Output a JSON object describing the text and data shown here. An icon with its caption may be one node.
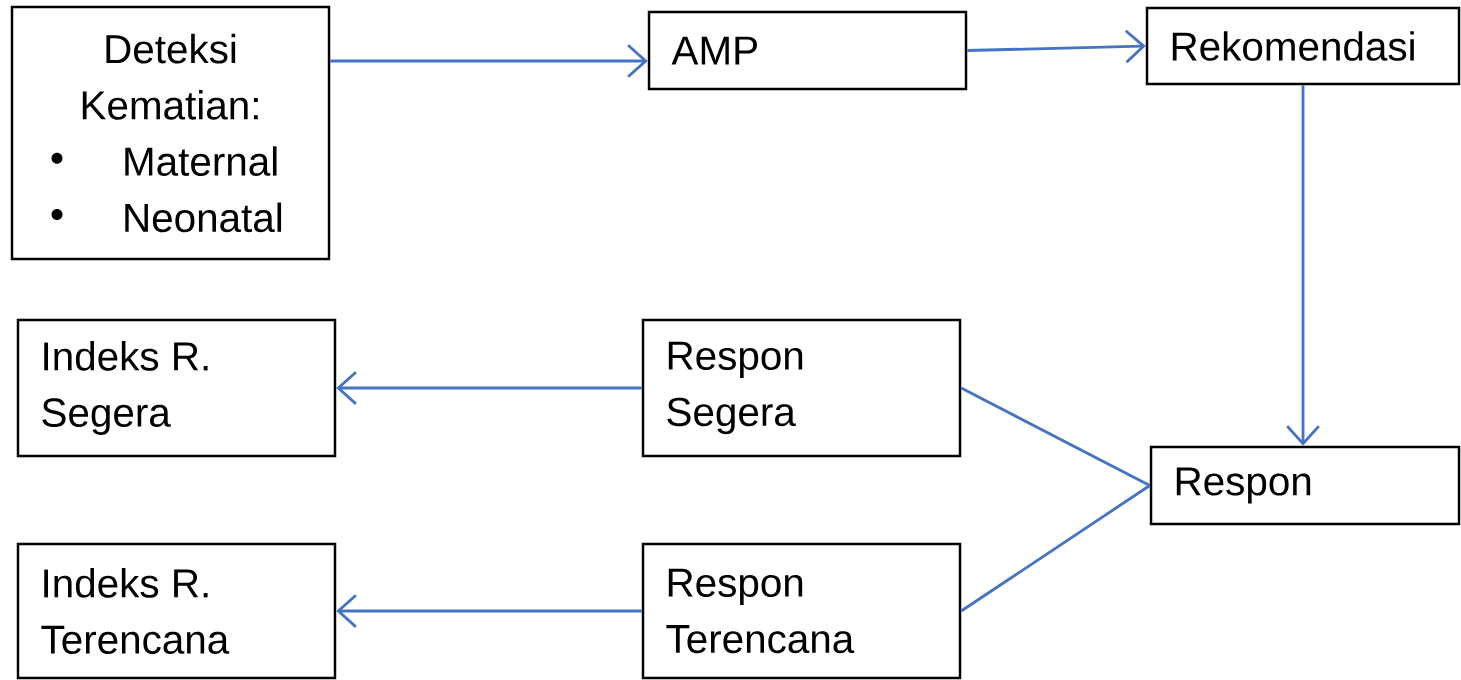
{
  "diagram": {
    "nodes": [
      {
        "text": [
          "Deteksi Kematian:",
          "Maternal",
          "Neonatal"
        ]
      },
      {
        "text": [
          "AMP"
        ]
      },
      {
        "text": [
          "Rekomendasi"
        ]
      },
      {
        "text": [
          "Indeks R. Segera"
        ]
      },
      {
        "text": [
          "Respon Segera"
        ]
      },
      {
        "text": [
          "Respon"
        ]
      },
      {
        "text": [
          "Indeks R. Terencana"
        ]
      },
      {
        "text": [
          "Respon Terencana"
        ]
      }
    ],
    "edges": [
      {
        "from": 0,
        "to": 1,
        "arrow": "to"
      },
      {
        "from": 1,
        "to": 2,
        "arrow": "to"
      },
      {
        "from": 2,
        "to": 5,
        "arrow": "to"
      },
      {
        "from": 5,
        "to": 4,
        "arrow": "none"
      },
      {
        "from": 5,
        "to": 7,
        "arrow": "none"
      },
      {
        "from": 4,
        "to": 3,
        "arrow": "to"
      },
      {
        "from": 7,
        "to": 6,
        "arrow": "to"
      }
    ]
  }
}
